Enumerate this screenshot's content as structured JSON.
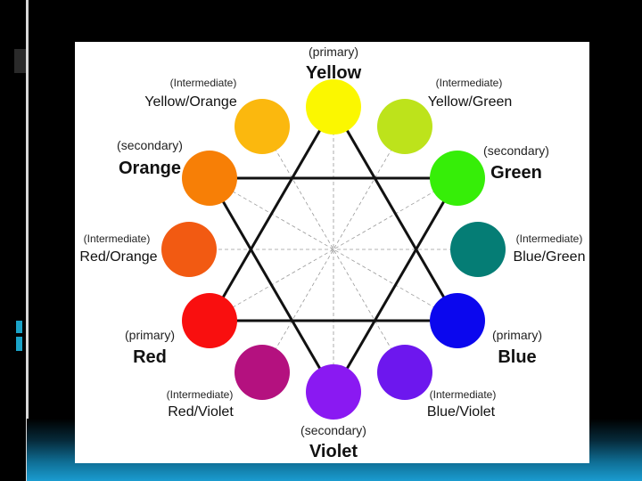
{
  "colors": {
    "yellow": "#fbf700",
    "yellow_green": "#bde31b",
    "green": "#36ee08",
    "blue_green": "#057d75",
    "blue": "#0b07ee",
    "blue_violet": "#6d17ee",
    "violet": "#8a19f2",
    "red_violet": "#b4117f",
    "red": "#f90f0f",
    "red_orange": "#f25a12",
    "orange": "#f77f06",
    "yellow_orange": "#fbb80e",
    "accent": "#1a9cd0"
  },
  "wheel": {
    "yellow": {
      "type": "(primary)",
      "name": "Yellow"
    },
    "yellow_green": {
      "type": "(Intermediate)",
      "name": "Yellow/Green"
    },
    "green": {
      "type": "(secondary)",
      "name": "Green"
    },
    "blue_green": {
      "type": "(Intermediate)",
      "name": "Blue/Green"
    },
    "blue": {
      "type": "(primary)",
      "name": "Blue"
    },
    "blue_violet": {
      "type": "(Intermediate)",
      "name": "Blue/Violet"
    },
    "violet": {
      "type": "(secondary)",
      "name": "Violet"
    },
    "red_violet": {
      "type": "(Intermediate)",
      "name": "Red/Violet"
    },
    "red": {
      "type": "(primary)",
      "name": "Red"
    },
    "red_orange": {
      "type": "(Intermediate)",
      "name": "Red/Orange"
    },
    "orange": {
      "type": "(secondary)",
      "name": "Orange"
    },
    "yellow_orange": {
      "type": "(Intermediate)",
      "name": "Yellow/Orange"
    }
  }
}
